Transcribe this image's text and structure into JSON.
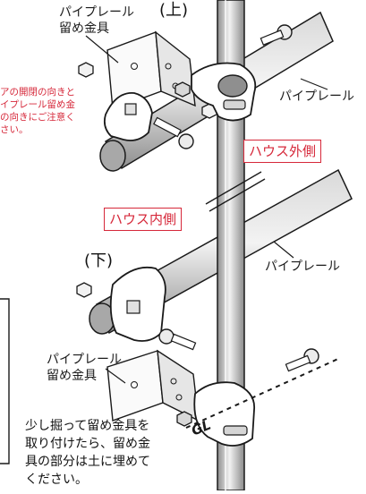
{
  "labels": {
    "top_heading": "(上)",
    "bottom_heading": "(下)",
    "top_fitting_line1": "パイプレール",
    "top_fitting_line2": "留め金具",
    "top_rail": "パイプレール",
    "bottom_rail": "パイプレール",
    "bottom_fitting_line1": "パイプレール",
    "bottom_fitting_line2": "留め金具",
    "gl_marker": "GL"
  },
  "warning_lines": [
    "アの開閉の向きと",
    "イプレール留め金",
    "の向きにご注意く",
    "さい。"
  ],
  "boxes": {
    "outside": "ハウス外側",
    "inside": "ハウス内側"
  },
  "note_lines": [
    "少し掘って留め金具を",
    "取り付けたら、留め金",
    "具の部分は土に埋めて",
    "ください。"
  ],
  "colors": {
    "accent_red": "#d6283a",
    "line": "#1a1a1a",
    "pipe_gray": "#bdbdbd"
  }
}
